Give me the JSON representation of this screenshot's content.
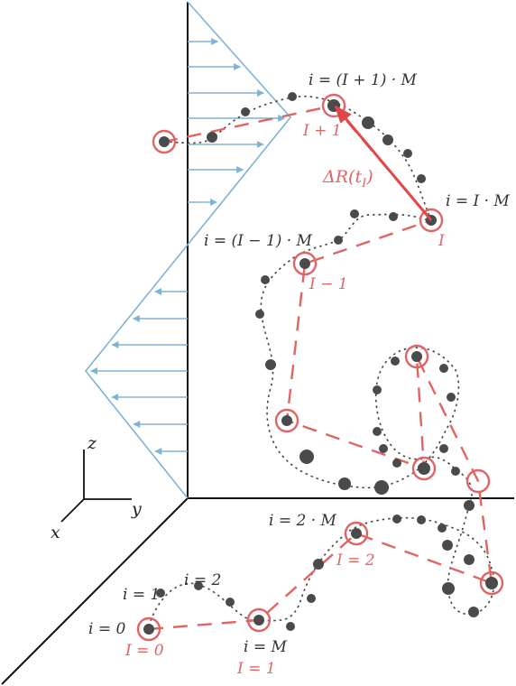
{
  "colors": {
    "flow": "#7fb3d5",
    "chain": "#444444",
    "bead": "#4a4a4a",
    "coarse": "#e06464",
    "rotation_arrow": "#e04848",
    "frame": "#111111"
  },
  "axes": {
    "z": "z",
    "y": "y",
    "x": "x"
  },
  "labels": {
    "i_0": "i = 0",
    "i_1": "i = 1",
    "i_2": "i = 2",
    "i_M": "i = M",
    "i_2M": "i = 2 · M",
    "i_Im1M": "i = (I − 1) · M",
    "i_IM": "i = I · M",
    "i_Ip1M": "i = (I + 1) · M",
    "I_0": "I = 0",
    "I_1": "I = 1",
    "I_2": "I = 2",
    "I_m1": "I − 1",
    "I": "I",
    "I_p1": "I + 1",
    "delta_R": "ΔR(t",
    "delta_R_sub": "I",
    "delta_R_close": ")"
  }
}
